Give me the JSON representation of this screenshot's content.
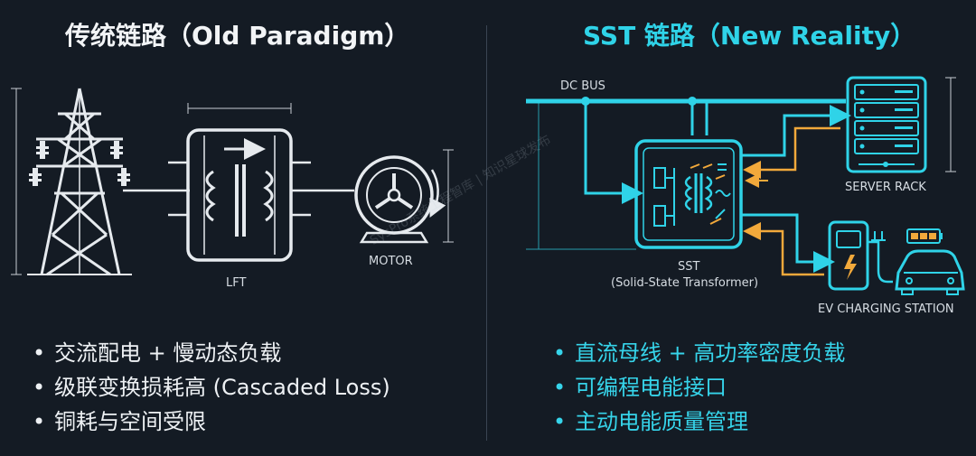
{
  "left_panel": {
    "title": "传统链路（Old Paradigm）",
    "labels": {
      "lft": "LFT",
      "motor": "MOTOR"
    },
    "bullets": [
      "交流配电 + 慢动态负载",
      "级联变换损耗高 (Cascaded Loss)",
      "铜耗与空间受限"
    ]
  },
  "right_panel": {
    "title": "SST 链路（New Reality）",
    "labels": {
      "dc_bus": "DC BUS",
      "server_rack": "SERVER RACK",
      "sst": "SST",
      "sst_full": "(Solid-State Transformer)",
      "ev_station": "EV CHARGING STATION"
    },
    "bullets": [
      "直流母线 + 高功率密度负载",
      "可编程电能接口",
      "主动电能质量管理"
    ]
  },
  "watermark": "SysPro系统工程智库 | 知识星球发布",
  "colors": {
    "background": "#141b24",
    "line_white": "#e6eaee",
    "accent_cyan": "#2fd3e8",
    "arrow_orange": "#f2a93b"
  }
}
